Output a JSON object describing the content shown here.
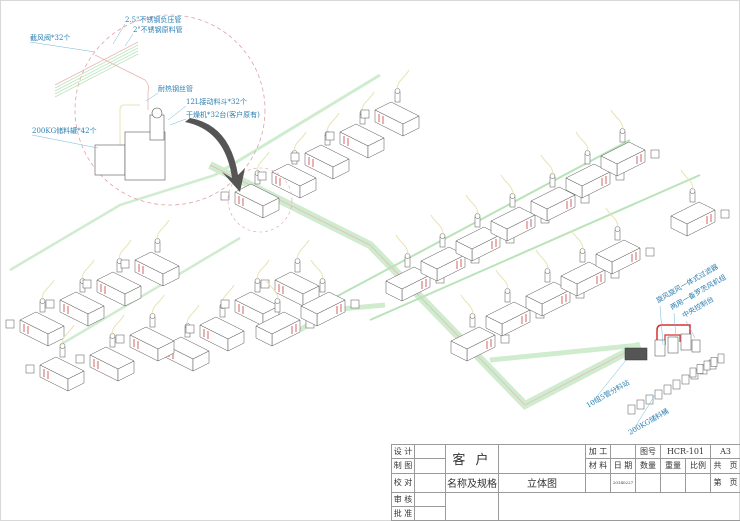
{
  "diagram": {
    "type": "isometric-central-feeding-system-layout",
    "colors": {
      "main_pipe": "#cfeccf",
      "branch_pipe": "#b9e3b9",
      "pressure_pipe": "#e8b4b8",
      "return_line": "#e9e3b5",
      "callout_text": "#2a7fb0",
      "leader_line": "#6fb7d6",
      "dashed_circle": "#e0a0a8",
      "vacuum_line_red": "#d83030",
      "arrow": "#555555",
      "machine_stroke": "#555555",
      "machine_accent": "#c84040"
    },
    "callouts": [
      {
        "id": "valve",
        "text": "截风阀*32个"
      },
      {
        "id": "pressure-pipe",
        "text": "2.5\"不锈钢负压管"
      },
      {
        "id": "material-pipe",
        "text": "2\"不锈钢原料管"
      },
      {
        "id": "hose",
        "text": "耐热钢丝管"
      },
      {
        "id": "hopper",
        "text": "12L接动料斗*32个"
      },
      {
        "id": "dryer",
        "text": "干燥机*32台(客户原有)"
      },
      {
        "id": "bin-detail",
        "text": "200KG储料罐*42个"
      },
      {
        "id": "filter",
        "text": "旋风旋风一体式过滤器"
      },
      {
        "id": "blower",
        "text": "两用一备罗茨风机组"
      },
      {
        "id": "control",
        "text": "中央控制台"
      },
      {
        "id": "distribution",
        "text": "10组5管分料站"
      },
      {
        "id": "bins",
        "text": "200KG储料桶"
      }
    ],
    "machine_groups": [
      {
        "name": "upper-row",
        "count": 5
      },
      {
        "name": "left-back-row",
        "count": 4
      },
      {
        "name": "left-front-row",
        "count": 4
      },
      {
        "name": "left-diagonal-row",
        "count": 4
      },
      {
        "name": "right-back-row",
        "count": 7
      },
      {
        "name": "right-front-row",
        "count": 6
      },
      {
        "name": "storage-bins",
        "count": 10
      }
    ]
  },
  "title_block": {
    "labels": {
      "design": "设 计",
      "drafting": "制 图",
      "proofread": "校 对",
      "review": "审 核",
      "approve": "批 准",
      "customer": "客 户",
      "name_spec": "名称及规格",
      "drawing_title": "立体图",
      "process": "加 工",
      "material": "材 料",
      "date": "日 期",
      "drawing_no_label": "图号",
      "drawing_no": "HCR-101",
      "paper_size": "A3",
      "quantity": "数量",
      "weight": "重量",
      "scale": "比例",
      "total_pages": "共　页",
      "page_no": "第　页"
    },
    "values": {
      "customer": "",
      "date": "20140227"
    }
  }
}
